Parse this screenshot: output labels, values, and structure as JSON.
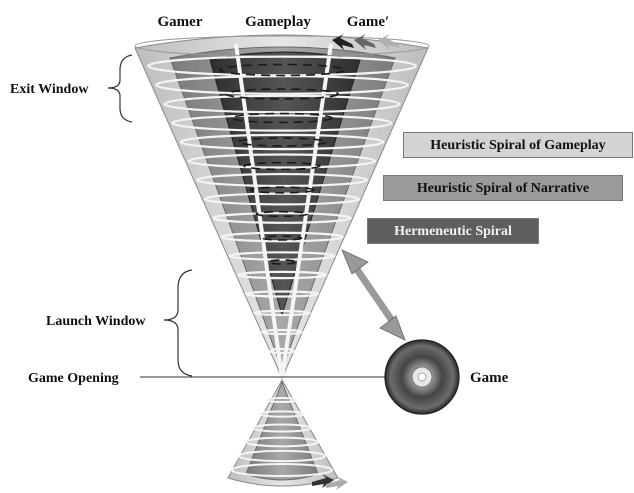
{
  "labels": {
    "gamer": "Gamer",
    "gameplay": "Gameplay",
    "game_prime": "Game′",
    "exit_window": "Exit Window",
    "launch_window": "Launch Window",
    "game_opening": "Game Opening",
    "game": "Game"
  },
  "legend": [
    {
      "label": "Heuristic Spiral of Gameplay",
      "color": "#d4d4d4"
    },
    {
      "label": "Heuristic Spiral of Narrative",
      "color": "#9a9a9a"
    },
    {
      "label": "Hermeneutic Spiral",
      "color": "#5e5e5e"
    }
  ],
  "colors": {
    "outer_cone": "#cfcfcf",
    "middle_cone": "#8f8f8f",
    "inner_cone": "#3f3f3f",
    "spiral": "#f4f4f4",
    "line": "#333333"
  },
  "icons": [
    "disc-icon",
    "double-arrow-icon",
    "direction-arrow-icon"
  ]
}
